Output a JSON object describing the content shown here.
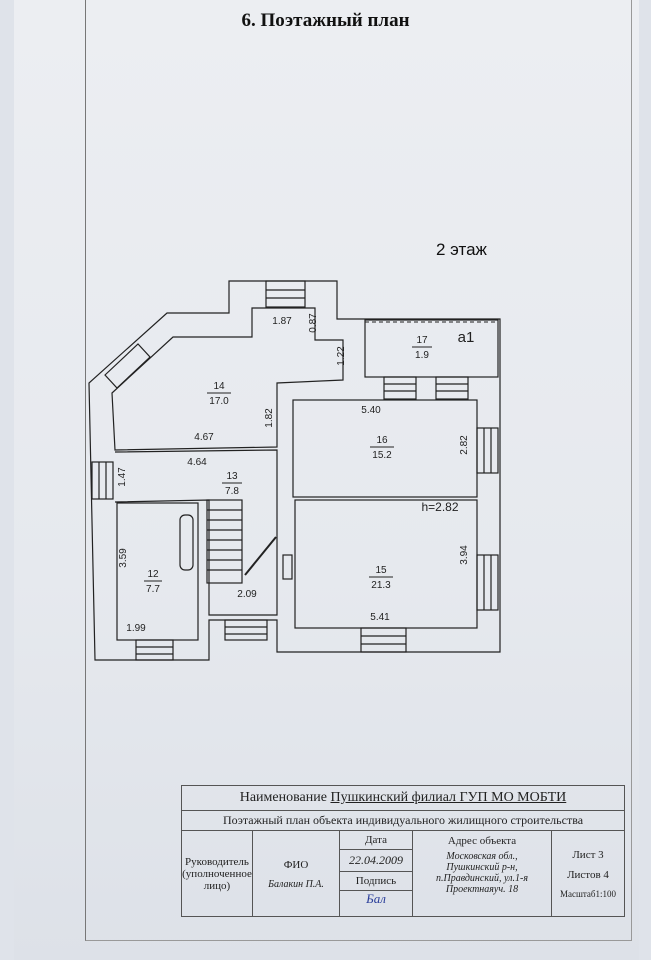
{
  "title": "6. Поэтажный план",
  "floor_label": "2 этаж",
  "plan": {
    "rooms": [
      {
        "number": "12",
        "area": "7.7"
      },
      {
        "number": "13",
        "area": "7.8"
      },
      {
        "number": "14",
        "area": "17.0"
      },
      {
        "number": "15",
        "area": "21.3"
      },
      {
        "number": "16",
        "area": "15.2"
      },
      {
        "number": "17",
        "area": "1.9"
      }
    ],
    "annex_label": "a1",
    "height_label": "h=2.82",
    "dimensions": [
      "1.87",
      "0.87",
      "1.22",
      "1.82",
      "4.67",
      "4.64",
      "1.47",
      "3.59",
      "1.99",
      "2.09",
      "5.40",
      "2.82",
      "3.94",
      "5.41"
    ]
  },
  "stamp": {
    "name_label": "Наименование",
    "name_value": "Пушкинский филиал ГУП МО МОБТИ",
    "doc_title": "Поэтажный план объекта индивидуального жилищного строительства",
    "role": "Руководитель (уполноченное лицо)",
    "fio_label": "ФИО",
    "fio_value": "Балакин П.А.",
    "date_label": "Дата",
    "date_value": "22.04.2009",
    "signature_label": "Подпись",
    "signature": "Бал",
    "address_label": "Адрес объекта",
    "address_value": "Московская обл., Пушкинский р-н, п.Правдинский, ул.1-я Проектнаяуч. 18",
    "sheet": "Лист 3",
    "sheets_total": "Листов 4",
    "scale": "Масштаб1:100"
  }
}
